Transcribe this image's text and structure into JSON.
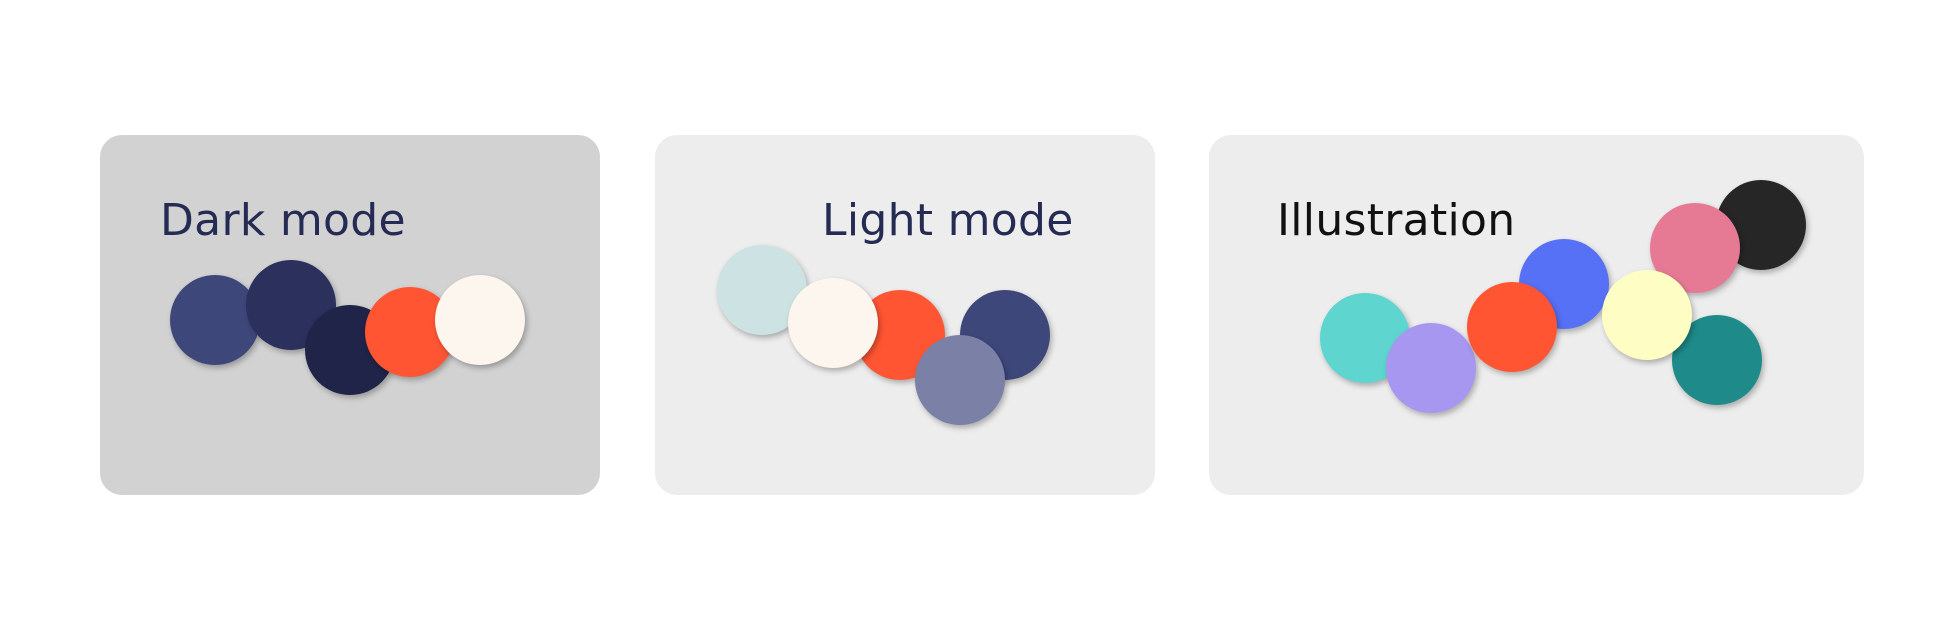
{
  "palettes": [
    {
      "id": "dark",
      "title": "Dark mode",
      "swatch_names": [
        "indigo",
        "navy",
        "midnight",
        "vermilion",
        "cream"
      ],
      "colors": [
        "#3e477a",
        "#2b305c",
        "#1f2448",
        "#ff5533",
        "#fdf6ee"
      ]
    },
    {
      "id": "light",
      "title": "Light mode",
      "swatch_names": [
        "mist",
        "cream",
        "vermilion",
        "indigo",
        "slate"
      ],
      "colors": [
        "#cde2e2",
        "#fdf6ee",
        "#ff5533",
        "#3e477a",
        "#7a80a6"
      ]
    },
    {
      "id": "illustration",
      "title": "Illustration",
      "swatch_names": [
        "turquoise",
        "lavender",
        "vermilion",
        "blue",
        "yellow",
        "pink",
        "black",
        "teal"
      ],
      "colors": [
        "#5ed5cf",
        "#a897f0",
        "#ff5533",
        "#5670f6",
        "#fefec4",
        "#e67a95",
        "#262626",
        "#1e8b8a"
      ]
    }
  ]
}
